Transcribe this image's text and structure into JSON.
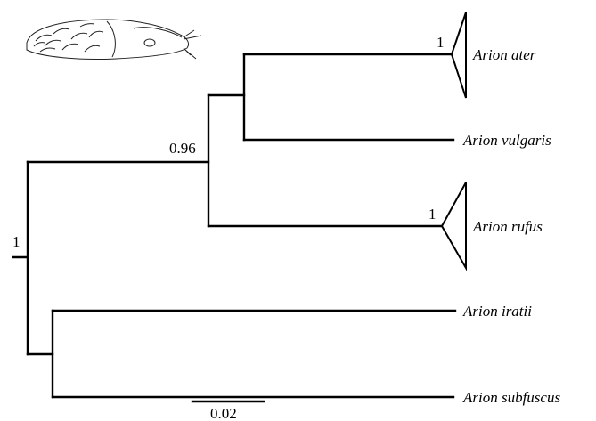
{
  "figure": {
    "taxa": {
      "ater": "Arion ater",
      "vulgaris": "Arion vulgaris",
      "rufus": "Arion rufus",
      "iratii": "Arion iratii",
      "subfuscus": "Arion subfuscus"
    },
    "support": {
      "root": "1",
      "ater_vulgaris_rufus": "0.96",
      "ater_clade": "1",
      "rufus_clade": "1"
    },
    "scale_bar": {
      "label": "0.02",
      "value": 0.02
    },
    "illustration": "slug-icon"
  }
}
